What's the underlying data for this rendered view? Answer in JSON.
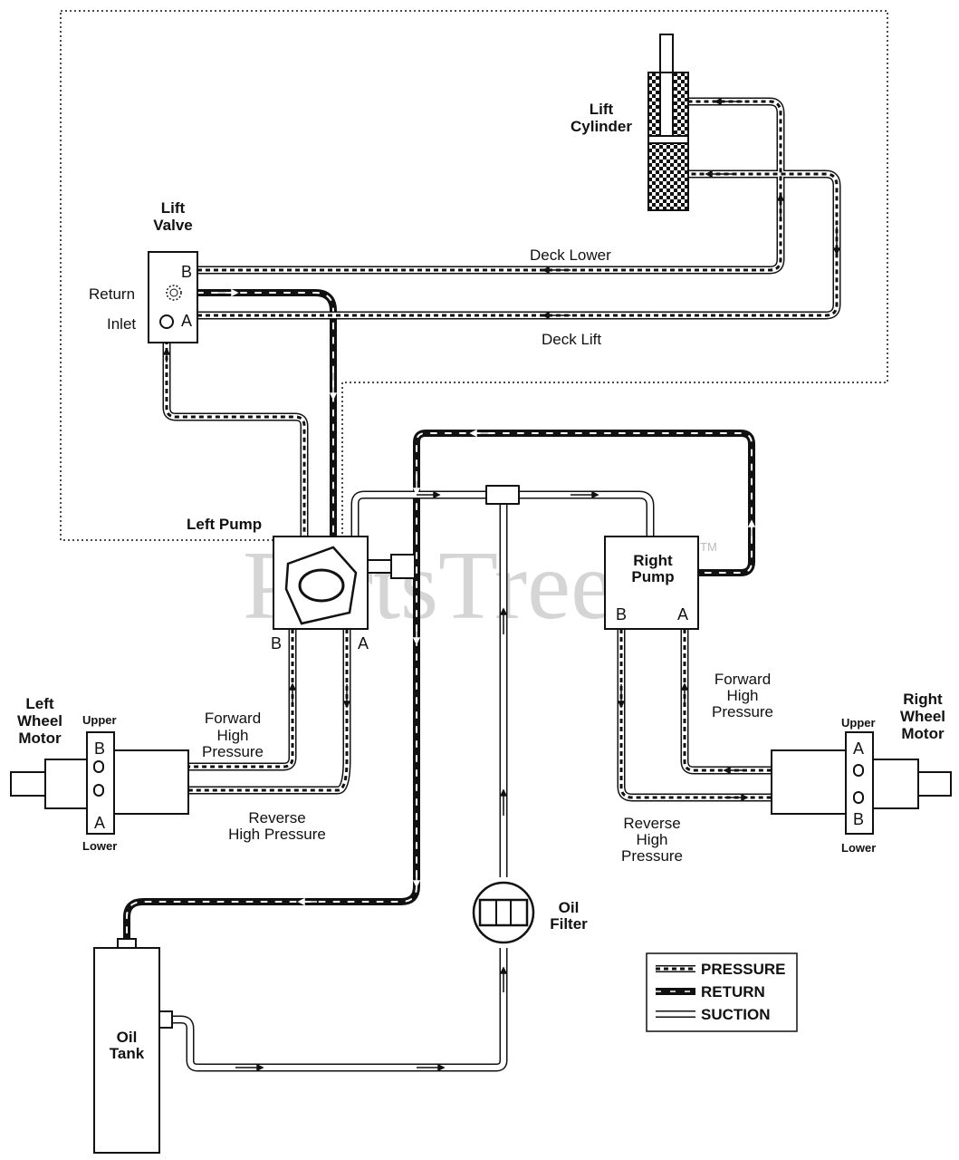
{
  "watermark": {
    "text": "PartsTree",
    "tm": "TM"
  },
  "components": {
    "lift_cylinder": [
      "Lift",
      "Cylinder"
    ],
    "lift_valve": [
      "Lift",
      "Valve"
    ],
    "left_pump": "Left Pump",
    "right_pump": [
      "Right",
      "Pump"
    ],
    "left_wheel_motor": [
      "Left",
      "Wheel",
      "Motor"
    ],
    "right_wheel_motor": [
      "Right",
      "Wheel",
      "Motor"
    ],
    "oil_filter": [
      "Oil",
      "Filter"
    ],
    "oil_tank": [
      "Oil",
      "Tank"
    ]
  },
  "valve_ports": {
    "return": "Return",
    "inlet": "Inlet",
    "b": "B",
    "a": "A"
  },
  "line_labels": {
    "deck_lower": "Deck Lower",
    "deck_lift": "Deck Lift",
    "left_forward": [
      "Forward",
      "High",
      "Pressure"
    ],
    "left_reverse": [
      "Reverse",
      "High Pressure"
    ],
    "right_forward": [
      "Forward",
      "High",
      "Pressure"
    ],
    "right_reverse": [
      "Reverse",
      "High",
      "Pressure"
    ]
  },
  "pump_ports": {
    "b": "B",
    "a": "A"
  },
  "motor_ports": {
    "upper": "Upper",
    "lower": "Lower",
    "b": "B",
    "a": "A"
  },
  "legend": [
    {
      "label": "PRESSURE",
      "style": "pressure"
    },
    {
      "label": "RETURN",
      "style": "return"
    },
    {
      "label": "SUCTION",
      "style": "suction"
    }
  ],
  "colors": {
    "line": "#111111",
    "watermark": "#c8c8c8",
    "background": "#ffffff"
  }
}
